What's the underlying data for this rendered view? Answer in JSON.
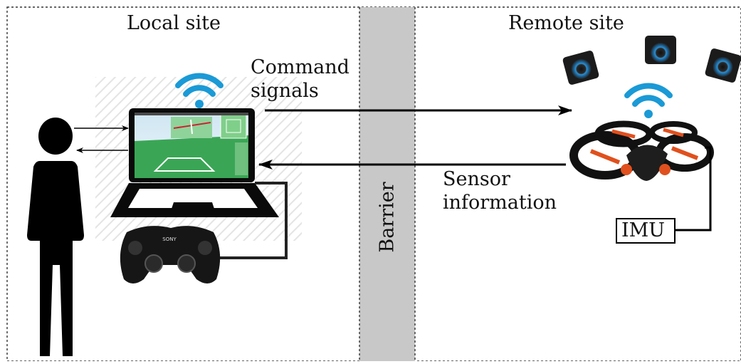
{
  "local_site": {
    "label": "Local site"
  },
  "remote_site": {
    "label": "Remote site"
  },
  "barrier": {
    "label": "Barrier"
  },
  "command": {
    "line1": "Command",
    "line2": "signals"
  },
  "sensor": {
    "line1": "Sensor",
    "line2": "information"
  },
  "imu": {
    "label": "IMU"
  },
  "controller": {
    "brand": "SONY"
  },
  "colors": {
    "wifi": "#1a9ad6",
    "barrier_fill": "#c8c8c8",
    "screen_green": "#3aa655",
    "rotor_orange": "#e0501e",
    "camera_blue": "#2e8fd0",
    "frame": "#222222"
  }
}
